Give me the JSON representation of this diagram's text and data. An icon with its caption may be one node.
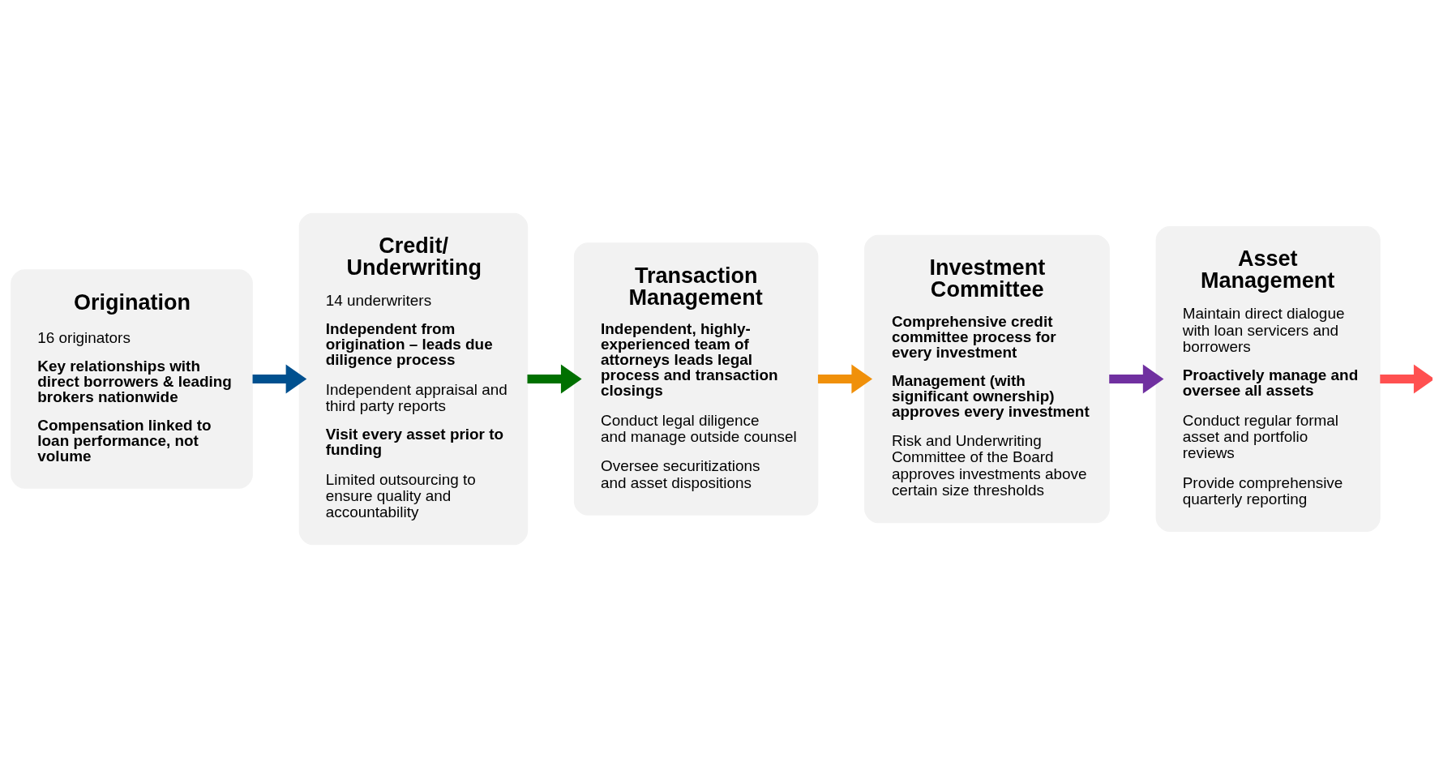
{
  "diagram": {
    "nodes": [
      {
        "text": [
          "Origination",
          "16 originators",
          "Key relationships with direct borrowers & leading brokers nationwide",
          "Compensation linked to loan performance, not volume"
        ]
      },
      {
        "text": [
          "Credit/ Underwriting",
          "14 underwriters",
          "Independent from origination – leads due diligence process",
          "Independent appraisal and third party reports",
          "Visit every asset prior to funding",
          "Limited outsourcing to ensure quality and accountability"
        ]
      },
      {
        "text": [
          "Transaction Management",
          "Independent, highly-experienced team of attorneys leads legal process and transaction closings",
          "Conduct legal diligence and manage outside counsel",
          "Oversee securitizations and asset dispositions"
        ]
      },
      {
        "text": [
          "Investment Committee",
          "Comprehensive credit committee process for every investment",
          "Management (with significant ownership) approves every investment",
          "Risk and Underwriting Committee of the Board approves investments above certain size thresholds"
        ]
      },
      {
        "text": [
          "Asset Management",
          "Maintain direct dialogue with loan servicers and borrowers",
          "Proactively manage and oversee all assets",
          "Conduct regular formal asset and portfolio reviews",
          "Provide comprehensive quarterly reporting"
        ]
      }
    ],
    "edges": [
      {
        "from": 0,
        "to": 1,
        "arrow": "to",
        "color": "#00508f"
      },
      {
        "from": 1,
        "to": 2,
        "arrow": "to",
        "color": "#007000"
      },
      {
        "from": 2,
        "to": 3,
        "arrow": "to",
        "color": "#f0900a"
      },
      {
        "from": 3,
        "to": 4,
        "arrow": "to",
        "color": "#7030a0"
      },
      {
        "from": 4,
        "to": null,
        "arrow": "to",
        "color": "#ff5050"
      }
    ]
  }
}
